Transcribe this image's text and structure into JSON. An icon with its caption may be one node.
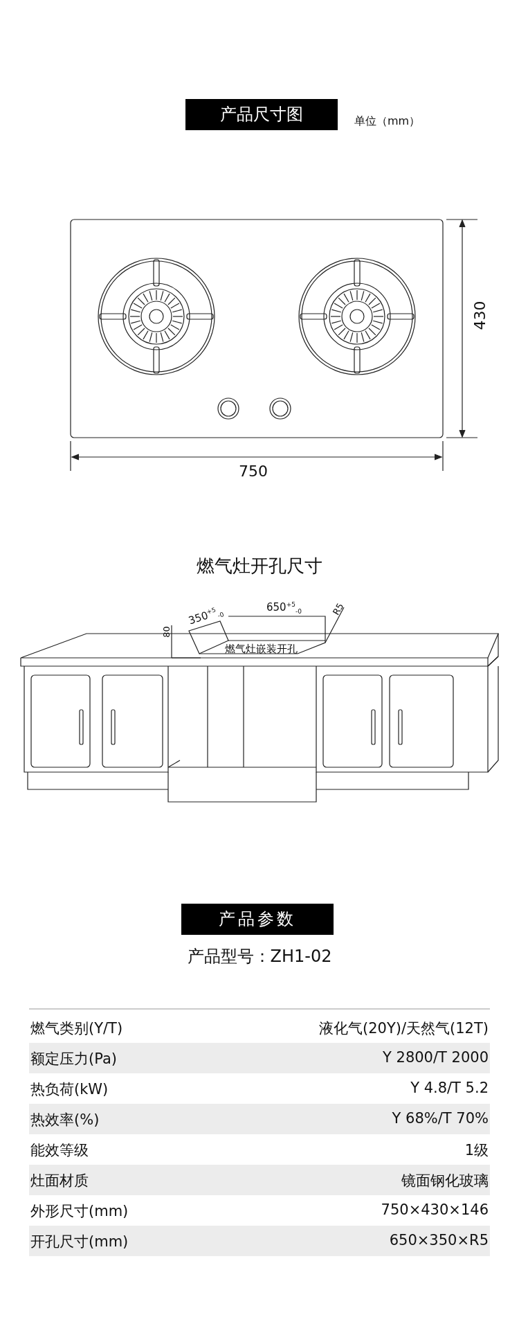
{
  "diagram": {
    "labels": [
      "产品尺寸图",
      "单位（mm）",
      "430",
      "750",
      "燃气灶开孔尺寸",
      "80",
      "350$^{+5}$$_{-0}$",
      "650$^{+5}$$_{-0}$",
      "R5",
      "燃气灶嵌装开孔",
      "产品参数",
      "产品型号：ZH1-02",
      "燃气类别(Y/T)",
      "液化气(20Y)/天然气(12T)",
      "额定压力(Pa)",
      "Y 2800/T 2000",
      "热负荷(kW)",
      "Y 4.8/T 5.2",
      "热效率(%)",
      "Y 68%/T 70%",
      "能效等级",
      "1级",
      "灶面材质",
      "镜面钢化玻璃",
      "外形尺寸(mm)",
      "750×430×146",
      "开孔尺寸(mm)",
      "650×350×R5"
    ]
  }
}
